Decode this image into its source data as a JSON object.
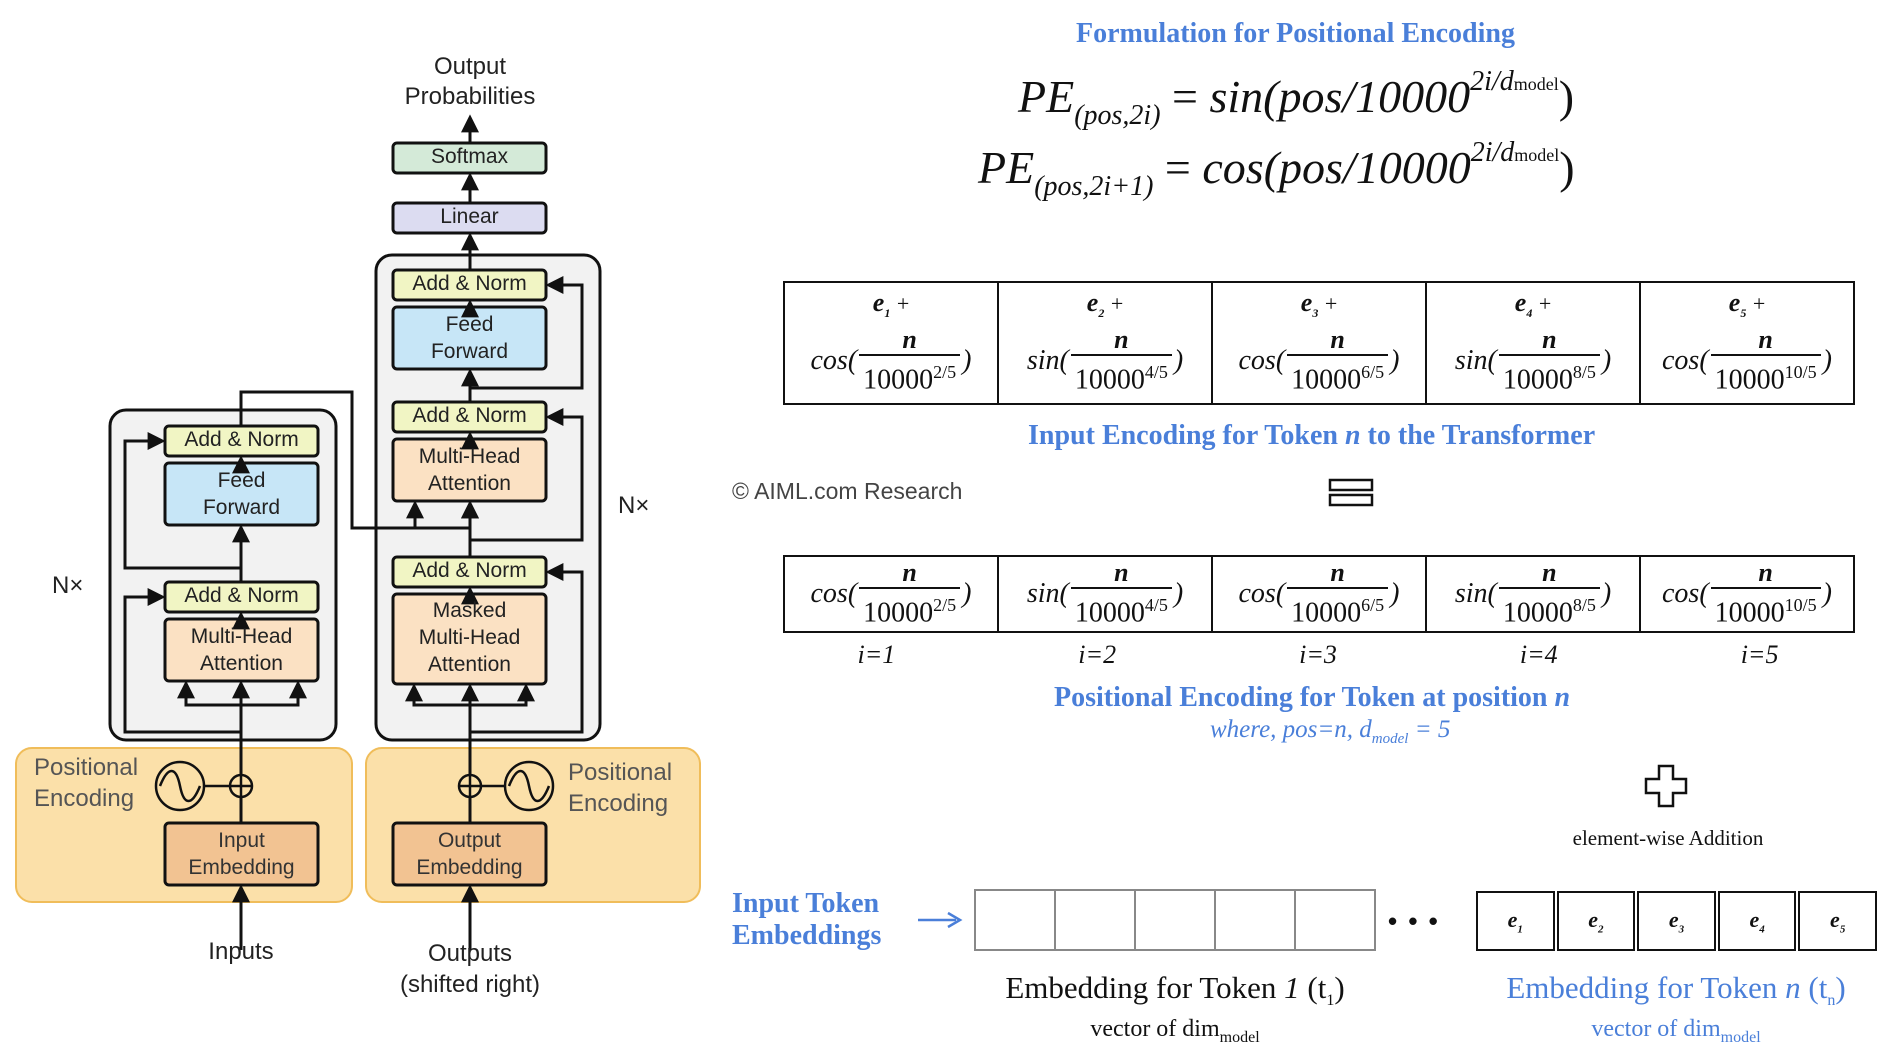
{
  "architecture": {
    "output_probabilities": [
      "Output",
      "Probabilities"
    ],
    "softmax": "Softmax",
    "linear": "Linear",
    "add_norm": "Add & Norm",
    "feed_forward": [
      "Feed",
      "Forward"
    ],
    "multi_head_attention": [
      "Multi-Head",
      "Attention"
    ],
    "masked_attention": [
      "Masked",
      "Multi-Head",
      "Attention"
    ],
    "positional_encoding": [
      "Positional",
      "Encoding"
    ],
    "input_embedding": [
      "Input",
      "Embedding"
    ],
    "output_embedding": [
      "Output",
      "Embedding"
    ],
    "inputs": "Inputs",
    "outputs": [
      "Outputs",
      "(shifted right)"
    ],
    "repeat_label": "N×"
  },
  "formulation": {
    "heading": "Formulation for Positional Encoding",
    "eq1": {
      "lhs": "PE",
      "lhs_sub": "(pos,2i)",
      "fn": "sin",
      "exp": "2i/d",
      "exp_sub": "model"
    },
    "eq2": {
      "lhs": "PE",
      "lhs_sub": "(pos,2i+1)",
      "fn": "cos",
      "exp": "2i/d",
      "exp_sub": "model"
    },
    "eq_mid": "(pos/10000",
    "eq_end": ")",
    "eq_eq": "="
  },
  "input_encoding": {
    "heading_pre": "Input Encoding for Token ",
    "heading_var": "n",
    "heading_post": " to the Transformer",
    "cells": [
      {
        "e": "e",
        "sub": "1",
        "fn": "cos",
        "num": "n",
        "base": "10000",
        "exp": "2/5"
      },
      {
        "e": "e",
        "sub": "2",
        "fn": "sin",
        "num": "n",
        "base": "10000",
        "exp": "4/5"
      },
      {
        "e": "e",
        "sub": "3",
        "fn": "cos",
        "num": "n",
        "base": "10000",
        "exp": "6/5"
      },
      {
        "e": "e",
        "sub": "4",
        "fn": "sin",
        "num": "n",
        "base": "10000",
        "exp": "8/5"
      },
      {
        "e": "e",
        "sub": "5",
        "fn": "cos",
        "num": "n",
        "base": "10000",
        "exp": "10/5"
      }
    ],
    "plus": "+"
  },
  "copyright": "© AIML.com Research",
  "positional_encoding": {
    "indices": [
      "i=1",
      "i=2",
      "i=3",
      "i=4",
      "i=5"
    ],
    "heading_pre": "Positional Encoding for Token at position ",
    "heading_var": "n",
    "where_pre": "where, pos=n,  d",
    "where_sub": "model",
    "where_post": " = 5"
  },
  "addition_label": "element-wise Addition",
  "embeddings": {
    "input_token_label": [
      "Input Token",
      "Embeddings"
    ],
    "ellipsis": "• • •",
    "token1_pre": "Embedding for Token ",
    "token1_var": "1",
    "token1_t": " (t",
    "token1_t_sub": "1",
    "token1_close": ")",
    "token1_vec": "vector of dim",
    "token1_vec_sub": "model",
    "tokenn_pre": "Embedding for Token ",
    "tokenn_var": "n",
    "tokenn_t": " (t",
    "tokenn_t_sub": "n",
    "tokenn_close": ")",
    "tokenn_vec": "vector of dim",
    "tokenn_vec_sub": "model",
    "cells_n": [
      {
        "e": "e",
        "sub": "1"
      },
      {
        "e": "e",
        "sub": "2"
      },
      {
        "e": "e",
        "sub": "3"
      },
      {
        "e": "e",
        "sub": "4"
      },
      {
        "e": "e",
        "sub": "5"
      }
    ]
  },
  "colors": {
    "accent_blue": "#4a7fd9",
    "add_norm": "#f1f5c4",
    "feed_forward": "#c7e6f7",
    "attention": "#fbe1c3",
    "softmax": "#d4ead8",
    "linear": "#dcdcf1",
    "embedding_block": "#f6cf8c",
    "embedding_box": "#f2c392"
  }
}
